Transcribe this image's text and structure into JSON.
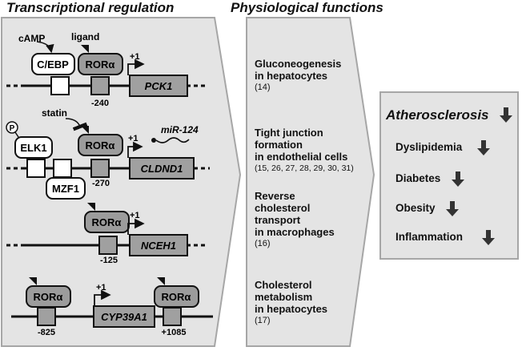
{
  "headers": {
    "transcriptional": "Transcriptional regulation",
    "physiological": "Physiological functions"
  },
  "genes": [
    {
      "gene": "PCK1",
      "position": "-240",
      "factors": [
        "C/EBP",
        "RORα"
      ],
      "inputs": [
        "cAMP",
        "ligand"
      ],
      "tss": "+1"
    },
    {
      "gene": "CLDND1",
      "position": "-270",
      "factors": [
        "ELK1",
        "MZF1",
        "RORα"
      ],
      "inputs": [
        "statin"
      ],
      "phospho": "P",
      "mirna": "miR-124",
      "tss": "+1"
    },
    {
      "gene": "NCEH1",
      "position": "-125",
      "factors": [
        "RORα"
      ],
      "tss": "+1"
    },
    {
      "gene": "CYP39A1",
      "positions": [
        "-825",
        "+1085"
      ],
      "factors": [
        "RORα",
        "RORα"
      ],
      "tss": "+1"
    }
  ],
  "functions": [
    {
      "line1": "Gluconeogenesis",
      "line2": "in hepatocytes",
      "line3": "",
      "refs": "(14)"
    },
    {
      "line1": "Tight junction",
      "line2": "formation",
      "line3": "in endothelial cells",
      "refs": "(15, 26, 27, 28, 29, 30, 31)"
    },
    {
      "line1": "Reverse",
      "line2": "cholesterol",
      "line3": "transport",
      "line4": "in macrophages",
      "refs": "(16)"
    },
    {
      "line1": "Cholesterol",
      "line2": "metabolism",
      "line3": "in hepatocytes",
      "refs": "(17)"
    }
  ],
  "outcomes": {
    "title": "Atherosclerosis",
    "items": [
      "Dyslipidemia",
      "Diabetes",
      "Obesity",
      "Inflammation"
    ],
    "direction": "down"
  },
  "colors": {
    "panel_fill": "#e4e4e4",
    "panel_stroke": "#a6a6a6",
    "ror_fill": "#9c9c9c",
    "box_gray": "#a0a0a0"
  }
}
